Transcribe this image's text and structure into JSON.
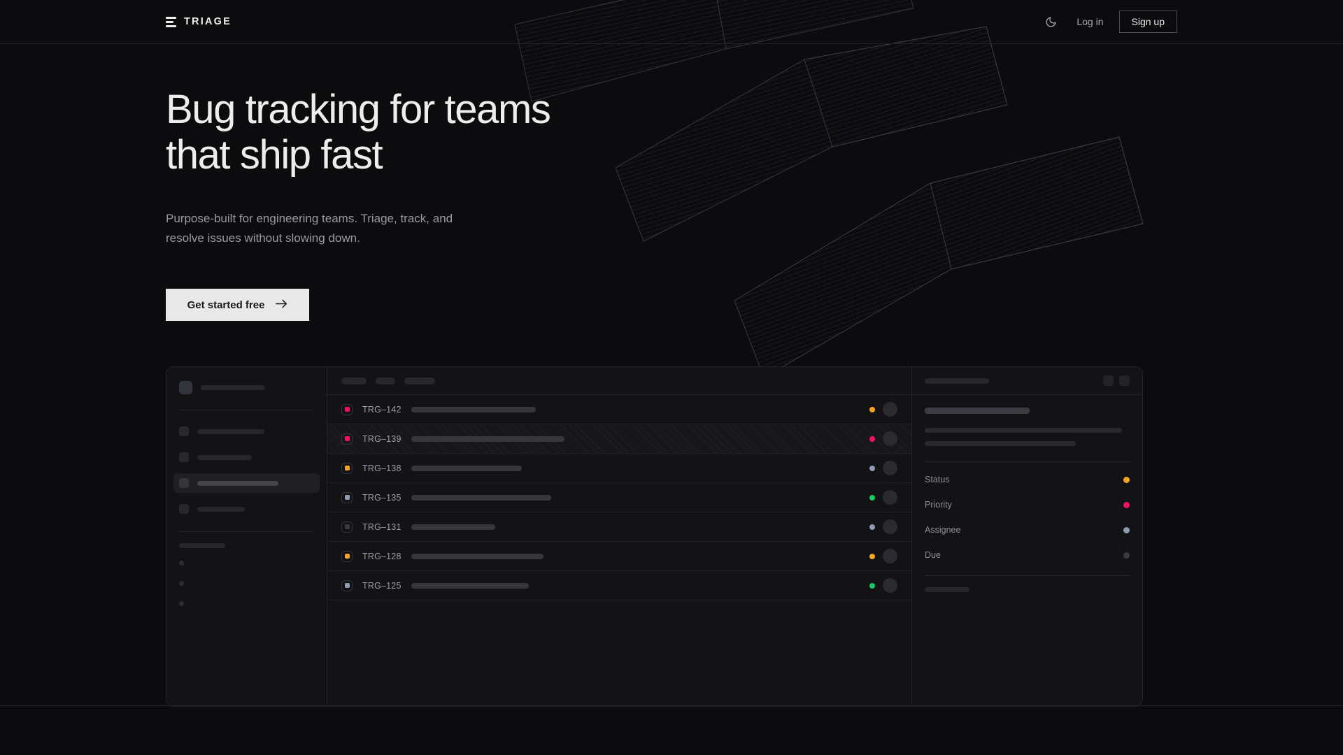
{
  "brand": {
    "name": "TRIAGE",
    "logo_icon": "stacked-bars-icon"
  },
  "nav": {
    "theme_toggle_icon": "moon-icon",
    "login_label": "Log in",
    "signup_label": "Sign up"
  },
  "hero": {
    "headline": "Bug tracking for teams\nthat ship fast",
    "subheadline": "Purpose-built for engineering teams. Triage, track, and\nresolve issues without slowing down.",
    "cta_label": "Get started free",
    "cta_icon": "arrow-right-icon"
  },
  "colors": {
    "page_background": "#0c0c0e",
    "panel_background": "#131315",
    "border": "#242428",
    "text_primary": "#ededee",
    "text_muted": "#9a9aa0",
    "cta_background": "#e9e9ea",
    "status_orange": "#f5a524",
    "status_pink": "#f31260",
    "status_green": "#17c964",
    "status_blue_gray": "#8d9bb3",
    "status_idle": "#3a3a40"
  },
  "app_mockup": {
    "sidebar": {
      "workspace_label_width": 92,
      "nav_items": [
        {
          "label_width": 96,
          "active": false
        },
        {
          "label_width": 78,
          "active": false
        },
        {
          "label_width": 116,
          "active": true
        },
        {
          "label_width": 68,
          "active": false
        }
      ],
      "section_label_width": 66,
      "mini_items": 3
    },
    "list": {
      "filter_chips": [
        {
          "width": 36
        },
        {
          "width": 28
        },
        {
          "width": 44
        }
      ],
      "columns": [
        "priority",
        "id",
        "title",
        "status",
        "assignee"
      ],
      "rows": [
        {
          "id": "TRG–142",
          "priority_color": "#f31260",
          "status_color": "#f5a524",
          "title_width": 178,
          "selected": false
        },
        {
          "id": "TRG–139",
          "priority_color": "#f31260",
          "status_color": "#f31260",
          "title_width": 219,
          "selected": true
        },
        {
          "id": "TRG–138",
          "priority_color": "#f5a524",
          "status_color": "#8d9bb3",
          "title_width": 158,
          "selected": false
        },
        {
          "id": "TRG–135",
          "priority_color": "#8d9bb3",
          "status_color": "#17c964",
          "title_width": 200,
          "selected": false
        },
        {
          "id": "TRG–131",
          "priority_color": "#3a3a40",
          "status_color": "#8d9bb3",
          "title_width": 120,
          "selected": false
        },
        {
          "id": "TRG–128",
          "priority_color": "#f5a524",
          "status_color": "#f5a524",
          "title_width": 189,
          "selected": false
        },
        {
          "id": "TRG–125",
          "priority_color": "#8d9bb3",
          "status_color": "#17c964",
          "title_width": 168,
          "selected": false
        }
      ]
    },
    "detail": {
      "header_title_width": 92,
      "header_buttons": [
        "detail-action-1-icon",
        "detail-action-2-icon"
      ],
      "title_width": 150,
      "description_line_widths": [
        282,
        216
      ],
      "properties": [
        {
          "label": "Status",
          "value_color": "#f5a524"
        },
        {
          "label": "Priority",
          "value_color": "#f31260"
        },
        {
          "label": "Assignee",
          "value_color": "#8d9bb3"
        },
        {
          "label": "Due",
          "value_color": "#3a3a40"
        }
      ],
      "activity_label_width": 64,
      "activity_items": 2
    }
  }
}
